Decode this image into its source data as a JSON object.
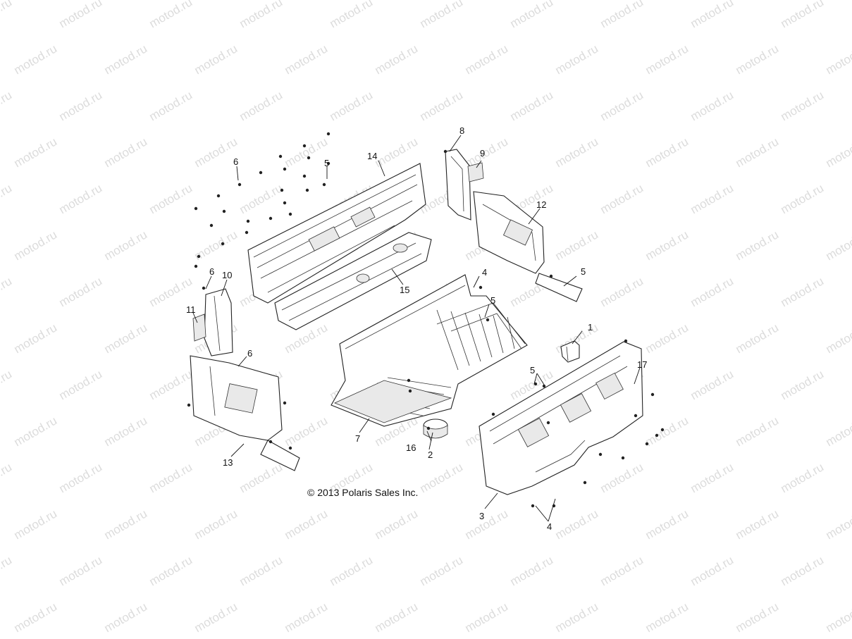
{
  "watermark": "motod.ru",
  "copyright": "© 2013 Polaris Sales Inc.",
  "callouts": [
    "1",
    "2",
    "3",
    "4",
    "4",
    "5",
    "5",
    "5",
    "5",
    "5",
    "6",
    "6",
    "6",
    "7",
    "8",
    "9",
    "10",
    "11",
    "12",
    "13",
    "14",
    "15",
    "16",
    "17"
  ]
}
